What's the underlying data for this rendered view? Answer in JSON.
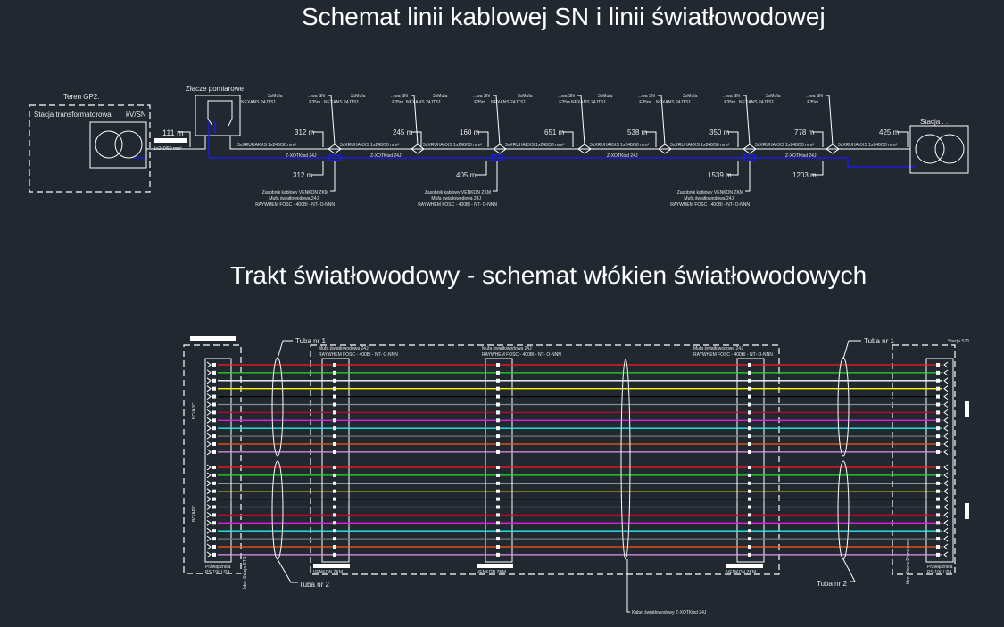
{
  "title_top": "Schemat linii kablowej SN i linii światłowodowej",
  "title_bottom": "Trakt światłowodowy - schemat włókien światłowodowych",
  "left_station": {
    "area": "Teren GP2.",
    "name": "Stacja transformatorowa",
    "voltage": "kV/SN",
    "length": "111 m",
    "cable": "1x240/50 mm²"
  },
  "metering": {
    "name": "Złącze pomiarowe"
  },
  "right_station": {
    "name": "Stacja .  ."
  },
  "joint_labels": {
    "line1a": "3xMufa",
    "line1b": "...wa SN",
    "line2a": "NEXANS 24JTS1..",
    "line2b": ".F35m"
  },
  "cable_label": "3xXRUHAKXS 1x240/50 mm²",
  "fiber_cable_label": "Z-XOTKtsd 24J",
  "lengths_top": [
    "312 m",
    "245 m",
    "160 m",
    "651 m",
    "538 m",
    "350 m",
    "778 m",
    "425 m"
  ],
  "lengths_bottom": [
    "312 m",
    "405 m",
    "1539 m",
    "1203 m"
  ],
  "chamber": {
    "line1": "Zasobnik kablowy VENKON ZKM",
    "line2": "Mufa światłowodowa 24J",
    "line3": "RAYWHEM FOSC - 400BI - NT- O-NNN"
  },
  "fiber": {
    "tube1": "Tuba nr 1",
    "tube2": "Tuba nr 2",
    "connector": "BC/APC",
    "panel_line1": "Przełącznica",
    "panel_line2": "PS-19/1U24",
    "station_st1": "Stacja ST1",
    "closure_line1": "Mufa światłowodowa 24J",
    "closure_line2": "RAYWHEM FOSC - 400BI - NT- O-NNN",
    "venkon": "VENKON ZKM",
    "cable_note": "Kabel światłowodowy Z-XOTKtsd 24J",
    "left_rot": "Idor. Stacja ST1",
    "right_rot": "Idor. Stacja Pomiarowy"
  },
  "fiber_colors": [
    "#ff1a1a",
    "#22e022",
    "#ffffff",
    "#ffff00",
    "#000000",
    "#8c8c8c",
    "#c8002a",
    "#e020e0",
    "#22f0f0",
    "#777777",
    "#ff5a10",
    "#e890f0"
  ]
}
